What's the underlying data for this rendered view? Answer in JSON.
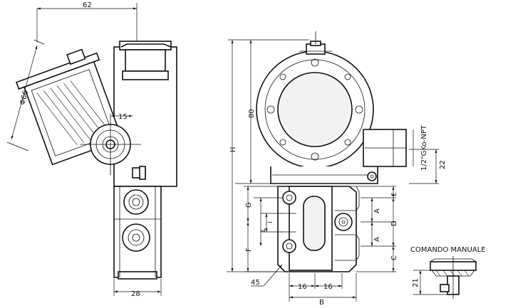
{
  "dimensions": {
    "width_62": "62",
    "dia_66": "Φ66",
    "len_15": "15",
    "width_28": "28",
    "height_80": "80",
    "height_H": "H",
    "thread": "1/2\"GKo-NPT",
    "len_22": "22",
    "E": "E",
    "A_top": "A",
    "D": "D",
    "A_bottom": "A",
    "C": "C",
    "G": "G",
    "F": "F",
    "I": "I",
    "L": "L",
    "chamfer_45": "45",
    "B": "B",
    "len_16a": "16",
    "len_16b": "16",
    "len_21": "21"
  },
  "labels": {
    "manual_command": "COMANDO MANUALE"
  }
}
